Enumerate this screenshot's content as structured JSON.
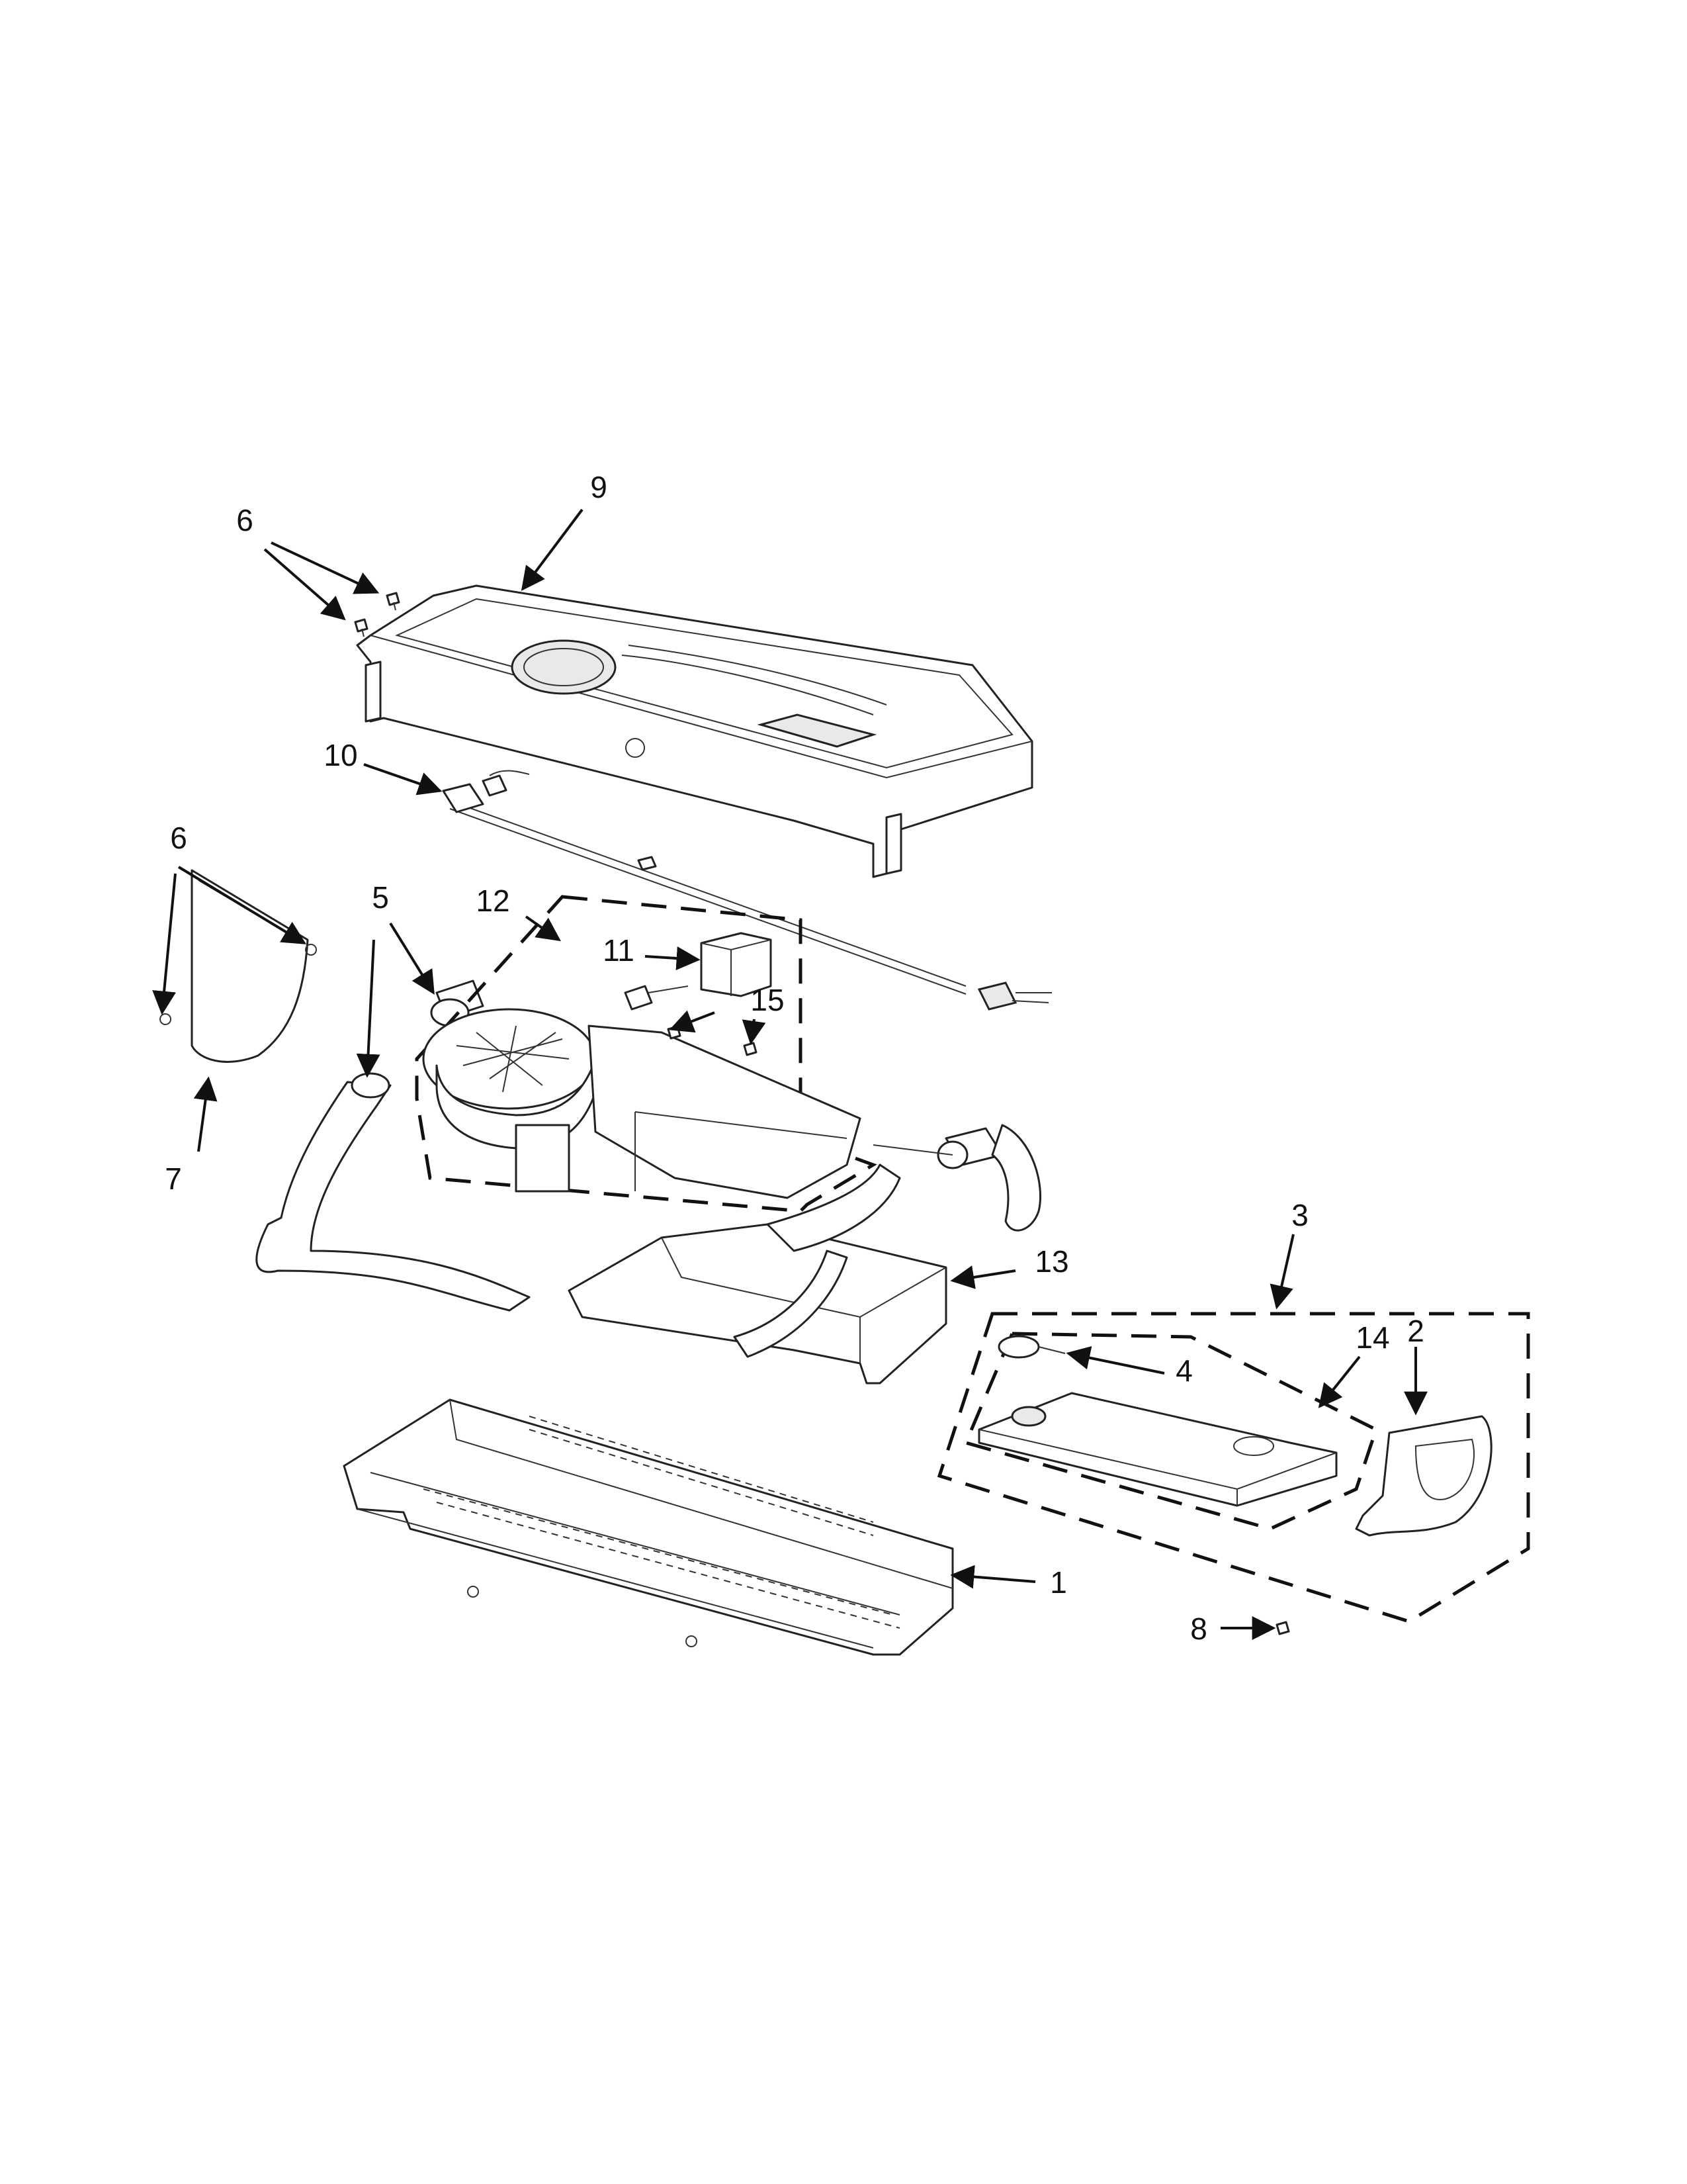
{
  "callouts": [
    {
      "id": "9",
      "text": "9"
    },
    {
      "id": "6a",
      "text": "6"
    },
    {
      "id": "10",
      "text": "10"
    },
    {
      "id": "6b",
      "text": "6"
    },
    {
      "id": "5",
      "text": "5"
    },
    {
      "id": "12",
      "text": "12"
    },
    {
      "id": "11",
      "text": "11"
    },
    {
      "id": "15",
      "text": "15"
    },
    {
      "id": "7",
      "text": "7"
    },
    {
      "id": "13",
      "text": "13"
    },
    {
      "id": "3",
      "text": "3"
    },
    {
      "id": "14",
      "text": "14"
    },
    {
      "id": "2",
      "text": "2"
    },
    {
      "id": "4",
      "text": "4"
    },
    {
      "id": "1",
      "text": "1"
    },
    {
      "id": "8",
      "text": "8"
    }
  ]
}
